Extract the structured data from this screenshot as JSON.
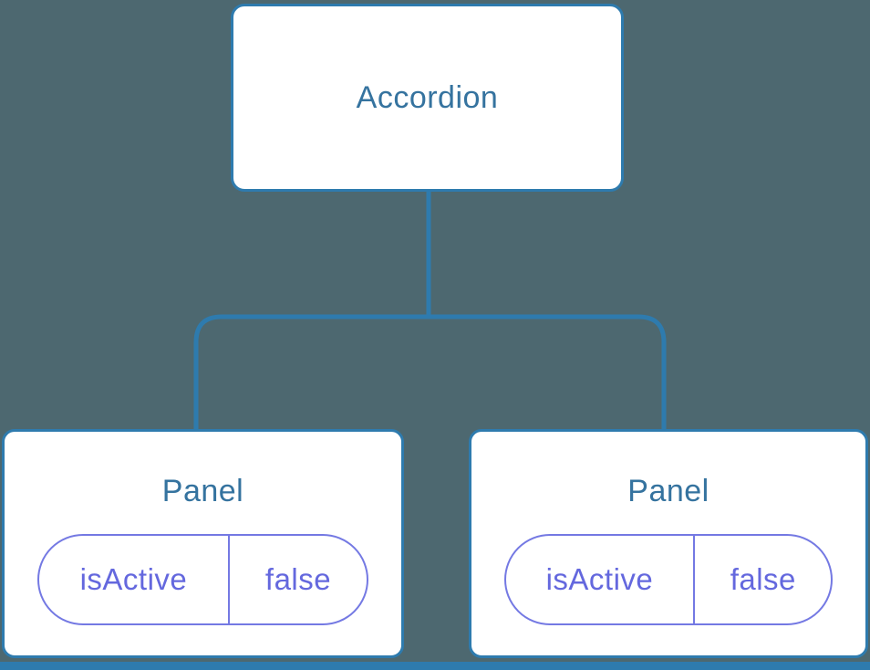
{
  "colors": {
    "background": "#4D6870",
    "line": "#2E7BAE",
    "node_fill": "#FFFFFF",
    "node_label": "#35739F",
    "pill_border": "#7479E3",
    "pill_text": "#6468DE"
  },
  "tree": {
    "root": {
      "label": "Accordion"
    },
    "panels": [
      {
        "label": "Panel",
        "state": {
          "key": "isActive",
          "value": "false"
        }
      },
      {
        "label": "Panel",
        "state": {
          "key": "isActive",
          "value": "false"
        }
      }
    ]
  }
}
